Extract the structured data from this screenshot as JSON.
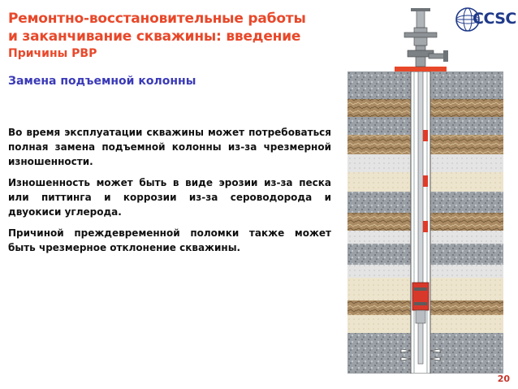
{
  "header": {
    "title_line1": "Ремонтно-восстановительные работы",
    "title_line2": "и заканчивание скважины: введение",
    "subtitle": "Причины РВР"
  },
  "section": {
    "heading": "Замена подъемной колонны"
  },
  "body": {
    "paragraphs": [
      "Во время эксплуатации скважины может потребоваться полная замена подъемной колонны из-за чрезмерной изношенности.",
      "Изношенность может быть в виде эрозии из-за песка или питтинга и коррозии из-за сероводорода и двуокиси углерода.",
      "Причиной преждевременной поломки также может быть чрезмерное отклонение скважины."
    ]
  },
  "logo": {
    "text": "CCSC",
    "icon": "ccsc-logo-icon",
    "color": "#1f3a8a"
  },
  "illustration": {
    "icon": "well-cross-section-illustration",
    "accent_color": "#e8482a"
  },
  "footer": {
    "page_number": "20"
  },
  "colors": {
    "title": "#e8482a",
    "section": "#3a3ab8",
    "text": "#111111"
  }
}
